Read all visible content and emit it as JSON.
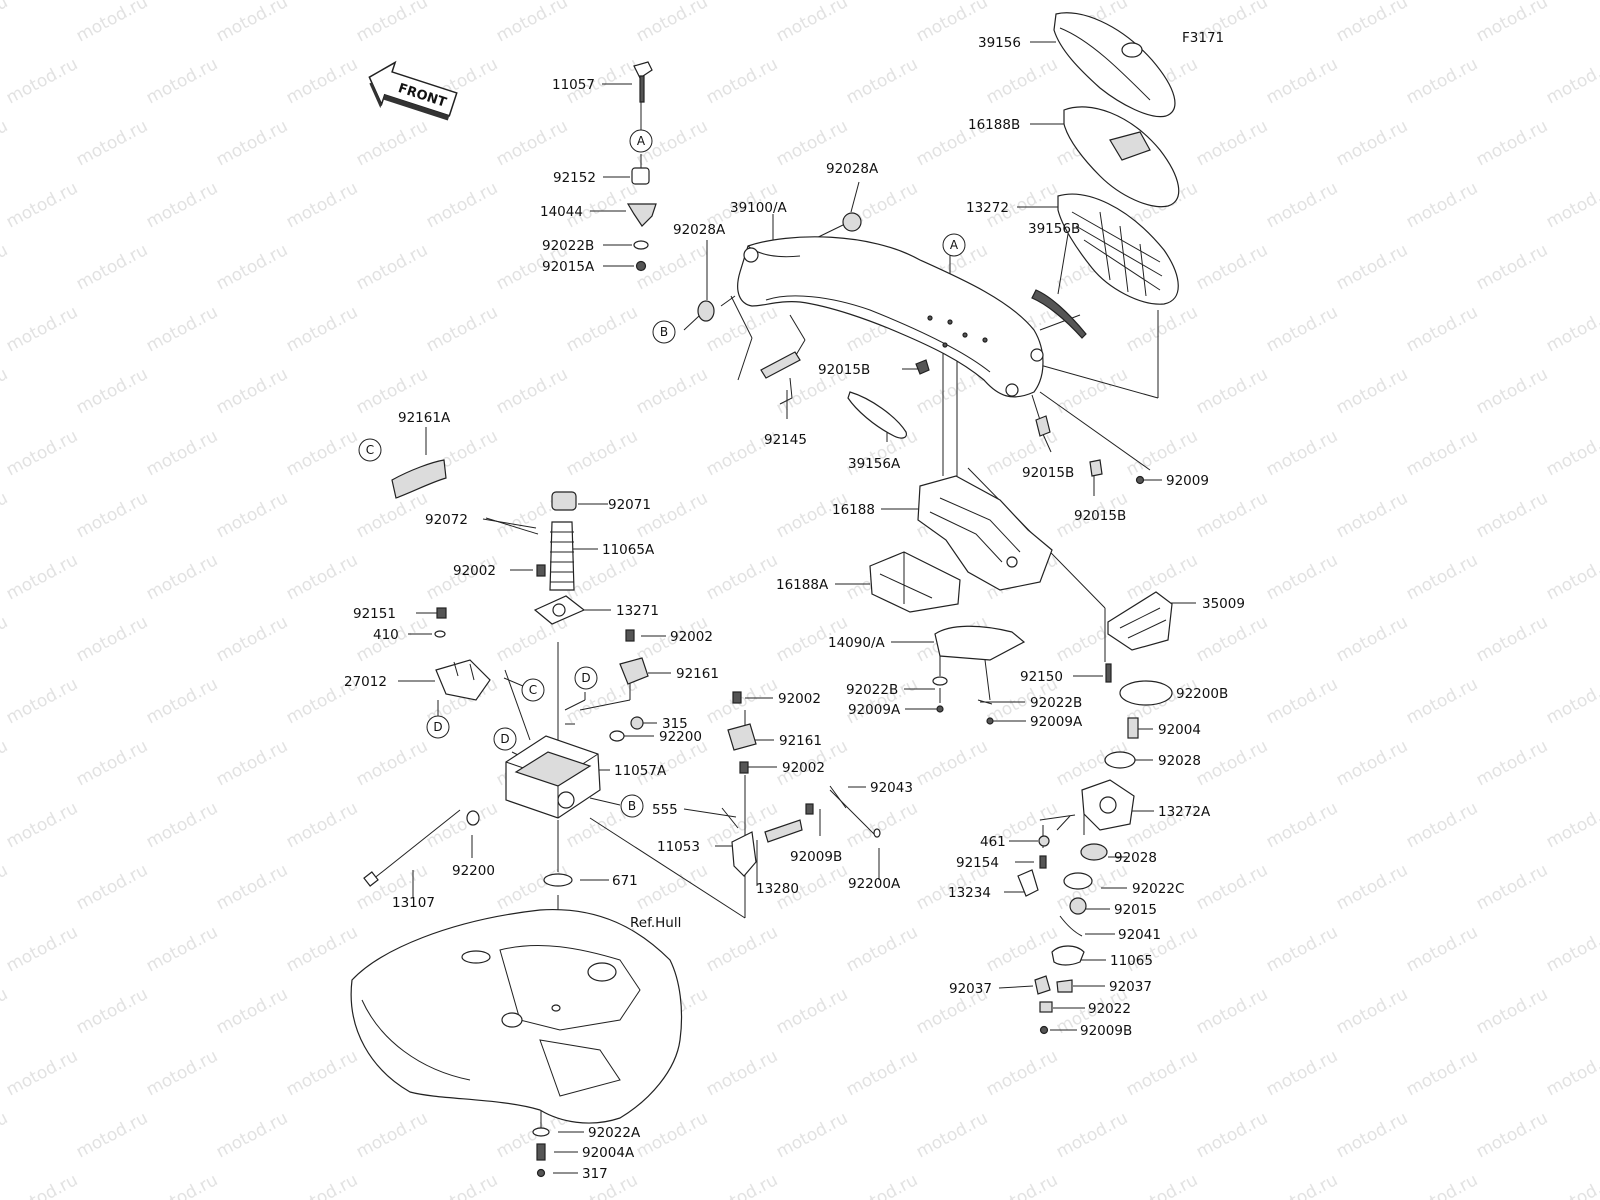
{
  "figure_code": "F3171",
  "front_label": "FRONT",
  "watermark": "motod.ru",
  "hull_label": "Ref.Hull",
  "ref_markers": [
    "A",
    "B",
    "C",
    "D"
  ],
  "part_labels": {
    "p11057": "11057",
    "p92152": "92152",
    "p14044": "14044",
    "p92022B_top": "92022B",
    "p92015A": "92015A",
    "p92028A_top": "92028A",
    "p39100A": "39100/A",
    "p92028A_left": "92028A",
    "p39156": "39156",
    "p16188B": "16188B",
    "p13272": "13272",
    "p39156B": "39156B",
    "p92015B_a": "92015B",
    "p92145": "92145",
    "p39156A": "39156A",
    "p92015B_b": "92015B",
    "p92015B_c": "92015B",
    "p92009": "92009",
    "p92161A": "92161A",
    "p92071": "92071",
    "p92072": "92072",
    "p11065A": "11065A",
    "p92002_a": "92002",
    "p13271": "13271",
    "p16188": "16188",
    "p16188A": "16188A",
    "p35009": "35009",
    "p92151": "92151",
    "p410": "410",
    "p92002_b": "92002",
    "p14090A": "14090/A",
    "p92161_a": "92161",
    "p27012": "27012",
    "p92022B_mid": "92022B",
    "p92022B_mid2": "92022B",
    "p92150": "92150",
    "p92200B": "92200B",
    "p92002_c": "92002",
    "p315": "315",
    "p92009A_a": "92009A",
    "p92009A_b": "92009A",
    "p92004": "92004",
    "p92200_a": "92200",
    "p92161_b": "92161",
    "p11057A": "11057A",
    "p92002_d": "92002",
    "p92028_a": "92028",
    "p92043": "92043",
    "p555": "555",
    "p13272A": "13272A",
    "p461": "461",
    "p92009B_a": "92009B",
    "p11053": "11053",
    "p92028_b": "92028",
    "p92154": "92154",
    "p92200_b": "92200",
    "p671": "671",
    "p13280": "13280",
    "p92200A": "92200A",
    "p92022C": "92022C",
    "p13107": "13107",
    "p13234": "13234",
    "p92015": "92015",
    "p92041": "92041",
    "p11065": "11065",
    "p92037_a": "92037",
    "p92037_b": "92037",
    "p92022": "92022",
    "p92009B_b": "92009B",
    "p92022A": "92022A",
    "p92004A": "92004A",
    "p317": "317"
  }
}
